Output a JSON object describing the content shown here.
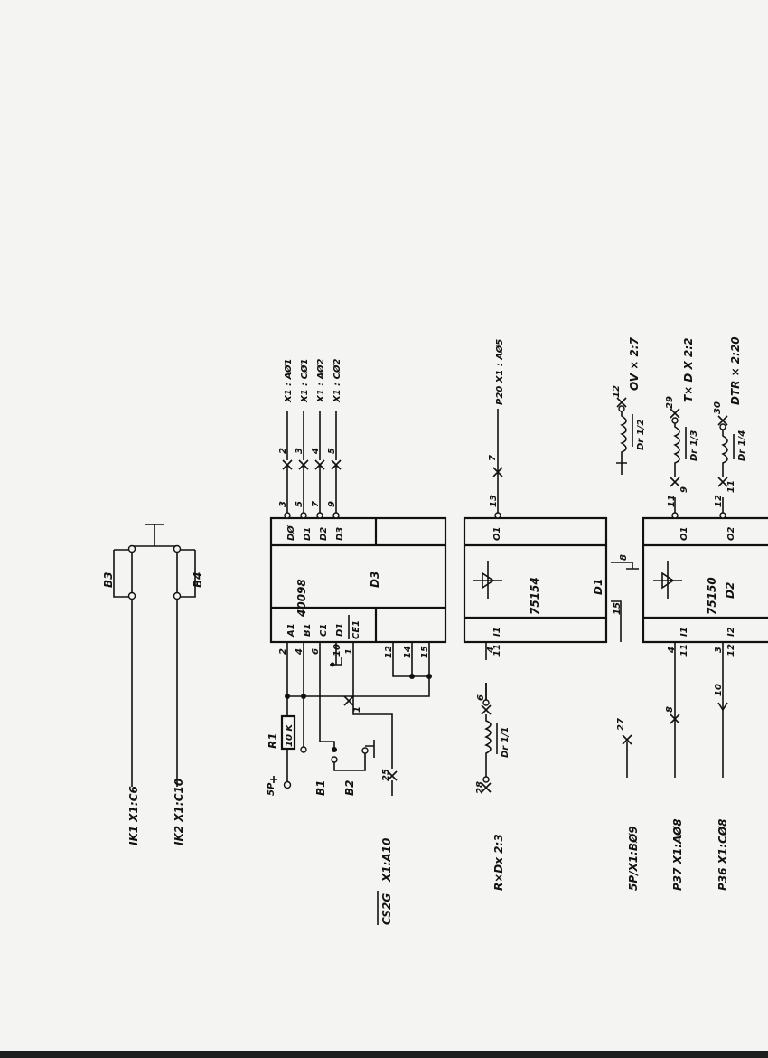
{
  "switches": {
    "b3": "B3",
    "b4": "B4",
    "ik1": "IK1 X1:C6",
    "ik2": "IK2 X1:C10"
  },
  "power": {
    "sp": "5P",
    "r1": "R1",
    "r1_value": "10 K",
    "b1": "B1",
    "b2": "B2",
    "cs2g": "CS2G",
    "cs2g_ref": "X1:A10",
    "n25": "25",
    "n1": "1"
  },
  "d3": {
    "type": "40098",
    "ref": "D3",
    "inputs": [
      "A1",
      "B1",
      "C1",
      "D1",
      "CE1"
    ],
    "input_pins": [
      "2",
      "4",
      "6",
      "10",
      "1"
    ],
    "outputs": [
      "DØ",
      "D1",
      "D2",
      "D3"
    ],
    "output_pins": [
      "3",
      "5",
      "7",
      "9"
    ],
    "extra_pins": [
      "12",
      "14",
      "15"
    ],
    "conn_nums": [
      "2",
      "3",
      "4",
      "5"
    ],
    "out_labels": [
      "X1 : AØ1",
      "X1 : CØ1",
      "X1 : AØ2",
      "X1 : CØ2"
    ]
  },
  "d1": {
    "type": "75154",
    "ref": "D1",
    "in_label": "I1",
    "out_label": "O1",
    "pin_in": "4",
    "pin_11": "11",
    "pin_out": "13",
    "pin_8": "8",
    "pin_15": "15",
    "conn_7": "7",
    "p20": "P20 X1 : AØ5",
    "rxd": "R×Dx 2:3",
    "n28": "28",
    "n6": "6",
    "choke": "Dr 1/1"
  },
  "d2": {
    "type": "75150",
    "ref": "D2",
    "in1": "I1",
    "in2": "I2",
    "out1": "O1",
    "out2": "O2",
    "pins_in": [
      "4",
      "11",
      "3",
      "12"
    ],
    "pins_out": [
      "11",
      "9",
      "12",
      "11"
    ],
    "n8": "8",
    "n10": "10",
    "n27": "27",
    "sp_bo9": "5P/X1:BØ9",
    "p37": "P37 X1:AØ8",
    "p36": "P36 X1:CØ8",
    "ov_num": "12",
    "ov": "OV × 2:7",
    "ov_choke": "Dr 1/2",
    "txd_num": "29",
    "txd": "T× D X 2:2",
    "txd_choke": "Dr 1/3",
    "dtr_num": "30",
    "dtr": "DTR × 2:20",
    "dtr_choke": "Dr 1/4"
  }
}
